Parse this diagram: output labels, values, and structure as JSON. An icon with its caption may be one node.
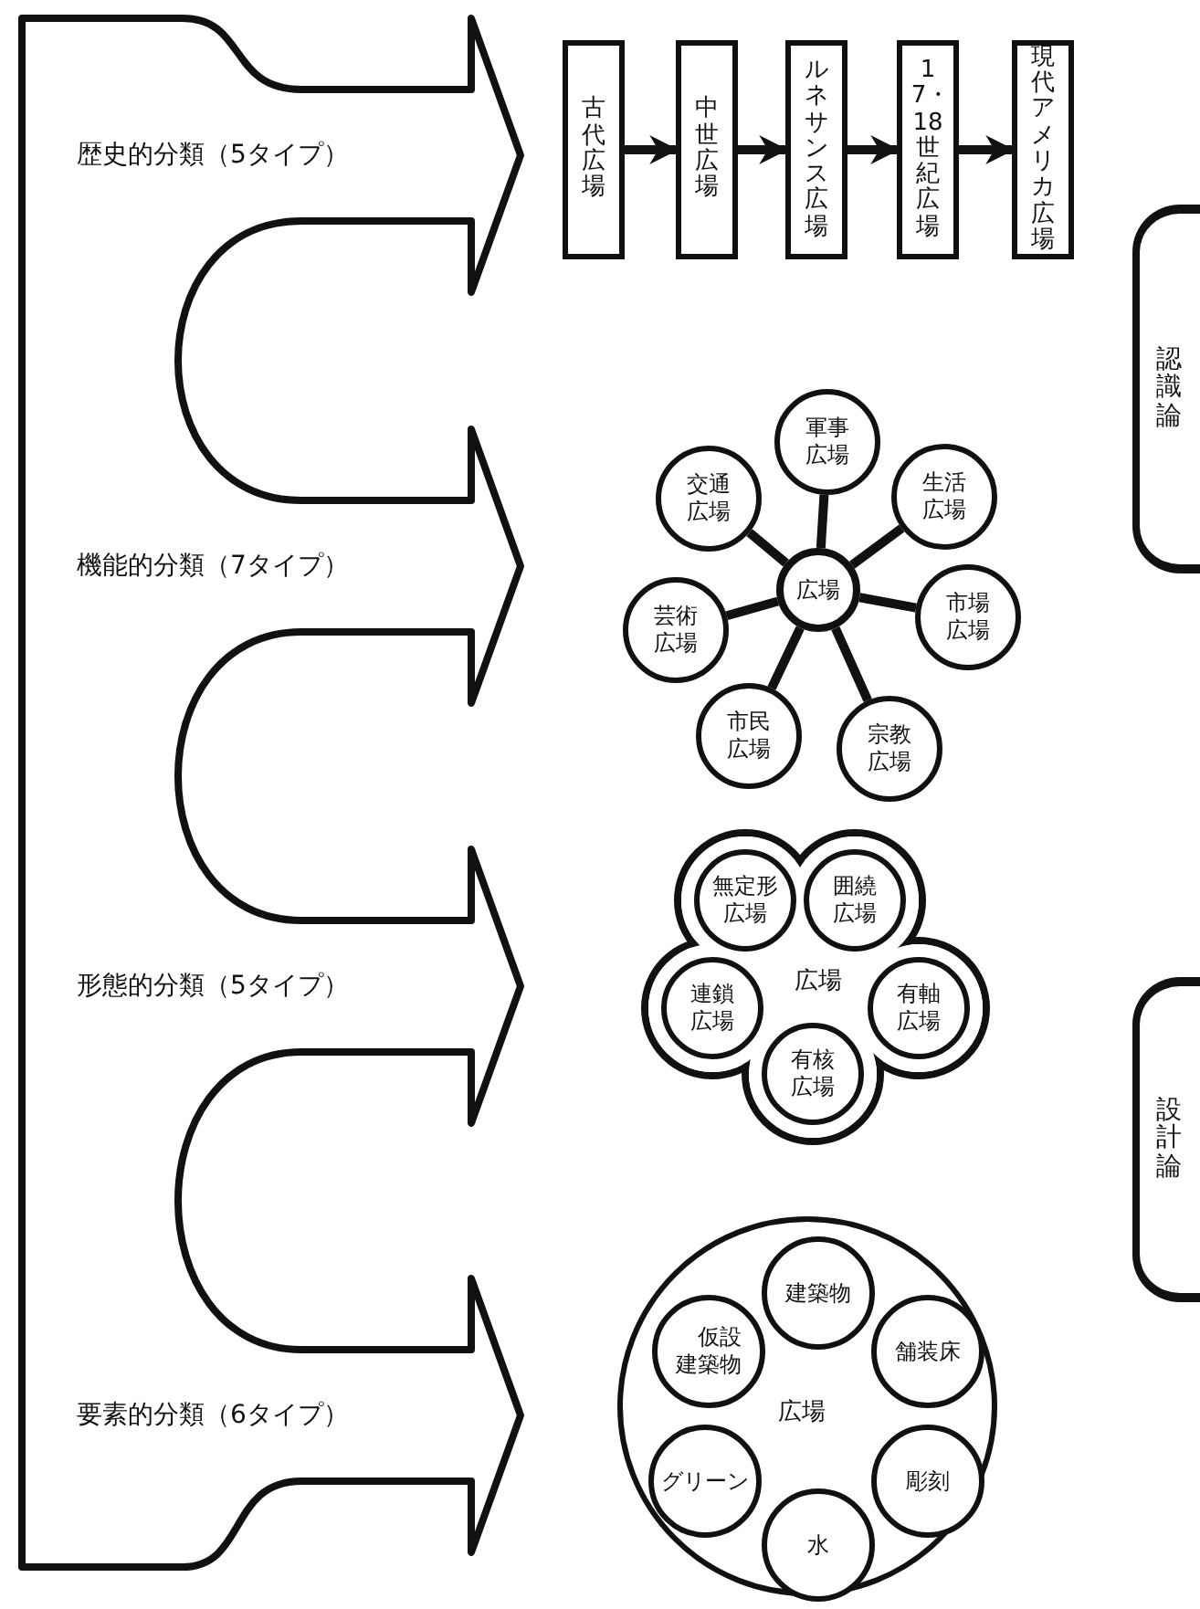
{
  "diagram": {
    "nodes": [
      {
        "text": [
          "歴史的分類（5タイプ）",
          "機能的分類（7タイプ）",
          "形態的分類（5タイプ）",
          "要素的分類（6タイプ）"
        ]
      },
      {
        "text": [
          "古代広場"
        ]
      },
      {
        "text": [
          "中世広場"
        ]
      },
      {
        "text": [
          "ルネサンス広場"
        ]
      },
      {
        "text": [
          "17・18世紀広場"
        ]
      },
      {
        "text": [
          "現代アメリカ広場"
        ]
      },
      {
        "text": [
          "軍事広場"
        ]
      },
      {
        "text": [
          "交通広場"
        ]
      },
      {
        "text": [
          "生活広場"
        ]
      },
      {
        "text": [
          "芸術広場"
        ]
      },
      {
        "text": [
          "広場"
        ]
      },
      {
        "text": [
          "市場広場"
        ]
      },
      {
        "text": [
          "市民広場"
        ]
      },
      {
        "text": [
          "宗教広場"
        ]
      },
      {
        "text": [
          "広場"
        ]
      },
      {
        "text": [
          "無定形広場"
        ],
        "in": 14
      },
      {
        "text": [
          "囲繞広場"
        ],
        "in": 14
      },
      {
        "text": [
          "連鎖広場"
        ],
        "in": 14
      },
      {
        "text": [
          "有軸広場"
        ],
        "in": 14
      },
      {
        "text": [
          "有核広場"
        ],
        "in": 14
      },
      {
        "text": [
          "広場"
        ]
      },
      {
        "text": [
          "建築物"
        ],
        "in": 20
      },
      {
        "text": [
          "仮設建築物"
        ],
        "in": 20
      },
      {
        "text": [
          "舗装床"
        ],
        "in": 20
      },
      {
        "text": [
          "グリーン"
        ],
        "in": 20
      },
      {
        "text": [
          "彫刻"
        ],
        "in": 20
      },
      {
        "text": [
          "水"
        ],
        "in": 20
      },
      {
        "text": [
          "認識論"
        ]
      },
      {
        "text": [
          "設計論"
        ]
      }
    ],
    "edges": [
      {
        "from": 1,
        "to": 2,
        "arrow": "to"
      },
      {
        "from": 2,
        "to": 3,
        "arrow": "to"
      },
      {
        "from": 3,
        "to": 4,
        "arrow": "to"
      },
      {
        "from": 4,
        "to": 5,
        "arrow": "to"
      },
      {
        "from": 10,
        "to": 6,
        "arrow": "none"
      },
      {
        "from": 10,
        "to": 7,
        "arrow": "none"
      },
      {
        "from": 10,
        "to": 8,
        "arrow": "none"
      },
      {
        "from": 10,
        "to": 9,
        "arrow": "none"
      },
      {
        "from": 10,
        "to": 11,
        "arrow": "none"
      },
      {
        "from": 10,
        "to": 12,
        "arrow": "none"
      },
      {
        "from": 10,
        "to": 13,
        "arrow": "none"
      }
    ]
  }
}
